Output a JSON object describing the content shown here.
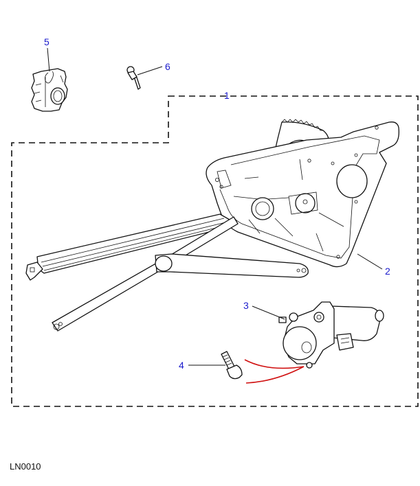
{
  "diagram": {
    "reference_code": "LN0010",
    "colors": {
      "callout_text": "#1a1acc",
      "line_art": "#111111",
      "wire": "#d01010",
      "background": "#ffffff"
    },
    "callouts": [
      {
        "number": "1",
        "part": "window-regulator-kit",
        "note": "dashed boundary encloses kit"
      },
      {
        "number": "2",
        "part": "regulator-mounting-plate"
      },
      {
        "number": "3",
        "part": "window-motor"
      },
      {
        "number": "4",
        "part": "bolt"
      },
      {
        "number": "5",
        "part": "clip"
      },
      {
        "number": "6",
        "part": "pin"
      }
    ]
  }
}
